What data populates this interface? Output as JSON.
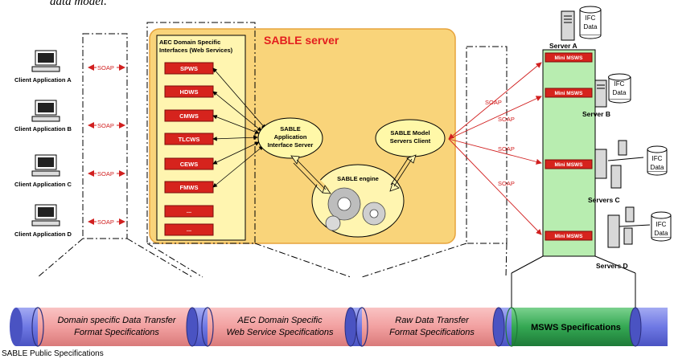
{
  "header_fragment": "data model.",
  "clients": [
    {
      "label": "Client Application A"
    },
    {
      "label": "Client Application B"
    },
    {
      "label": "Client Application C"
    },
    {
      "label": "Client Application D"
    }
  ],
  "soap_label": "SOAP",
  "sable_server": {
    "title": "SABLE server",
    "aec_box_title_line1": "AEC Domain Specific",
    "aec_box_title_line2": "Interfaces (Web Services)",
    "services": [
      "SPWS",
      "HDWS",
      "CMWS",
      "TLCWS",
      "CEWS",
      "FMWS",
      "...",
      "..."
    ],
    "app_server_line1": "SABLE",
    "app_server_line2": "Application",
    "app_server_line3": "Interface Server",
    "model_client_line1": "SABLE Model",
    "model_client_line2": "Servers Client",
    "engine_label": "SABLE engine"
  },
  "mini_msws_label": "Mini MSWS",
  "servers": [
    {
      "label": "Server A",
      "data_line1": "IFC",
      "data_line2": "Data"
    },
    {
      "label": "Server B",
      "data_line1": "IFC",
      "data_line2": "Data"
    },
    {
      "label": "Servers C",
      "data_line1": "IFC",
      "data_line2": "Data"
    },
    {
      "label": "Servers D",
      "data_line1": "IFC",
      "data_line2": "Data"
    }
  ],
  "specs": {
    "domain_line1": "Domain specific Data Transfer",
    "domain_line2": "Format Specifications",
    "aec_line1": "AEC Domain Specific",
    "aec_line2": "Web Service Specifications",
    "raw_line1": "Raw Data Transfer",
    "raw_line2": "Format Specifications",
    "msws": "MSWS Specifications"
  },
  "footer_label": "SABLE Public Specifications",
  "colors": {
    "sable_server_fill": "#F9D47A",
    "aec_box_fill": "#FFF5B0",
    "service_fill": "#D6231D",
    "msws_column_fill": "#B8EDB0",
    "soap_red": "#D11F1F",
    "pipe_blue": "#6F79E4",
    "pipe_pink": "#F2A0A0",
    "pipe_green": "#34A853"
  }
}
